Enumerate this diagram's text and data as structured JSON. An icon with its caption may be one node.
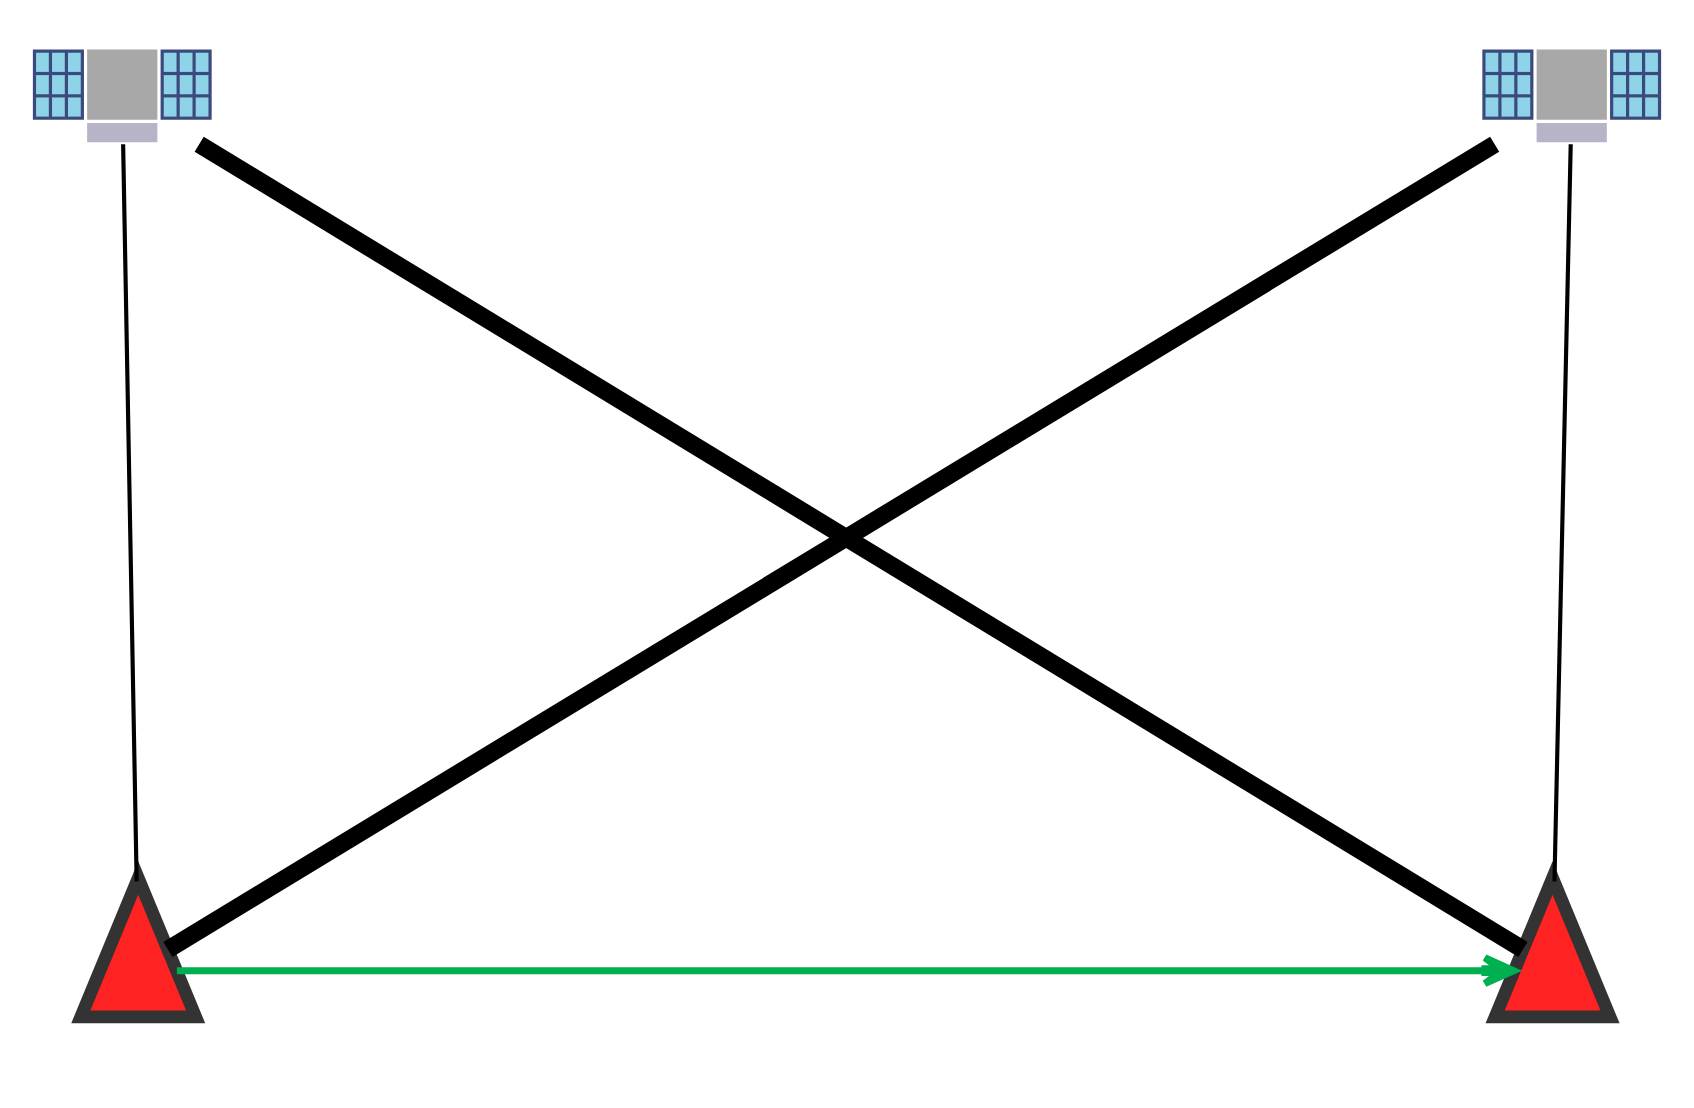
{
  "diagram": {
    "nodes": [
      {
        "text": [],
        "shape": "picture"
      },
      {
        "text": [],
        "shape": "picture"
      },
      {
        "text": [],
        "shape": "triangle"
      },
      {
        "text": [],
        "shape": "triangle"
      }
    ],
    "edges": [
      {
        "from": 0,
        "to": 2,
        "arrow": "none"
      },
      {
        "from": 0,
        "to": 3,
        "arrow": "none",
        "style": "thick"
      },
      {
        "from": 1,
        "to": 2,
        "arrow": "none",
        "style": "thick"
      },
      {
        "from": 1,
        "to": 3,
        "arrow": "none"
      },
      {
        "from": 2,
        "to": 3,
        "arrow": "to",
        "color": "#00b050"
      }
    ]
  }
}
